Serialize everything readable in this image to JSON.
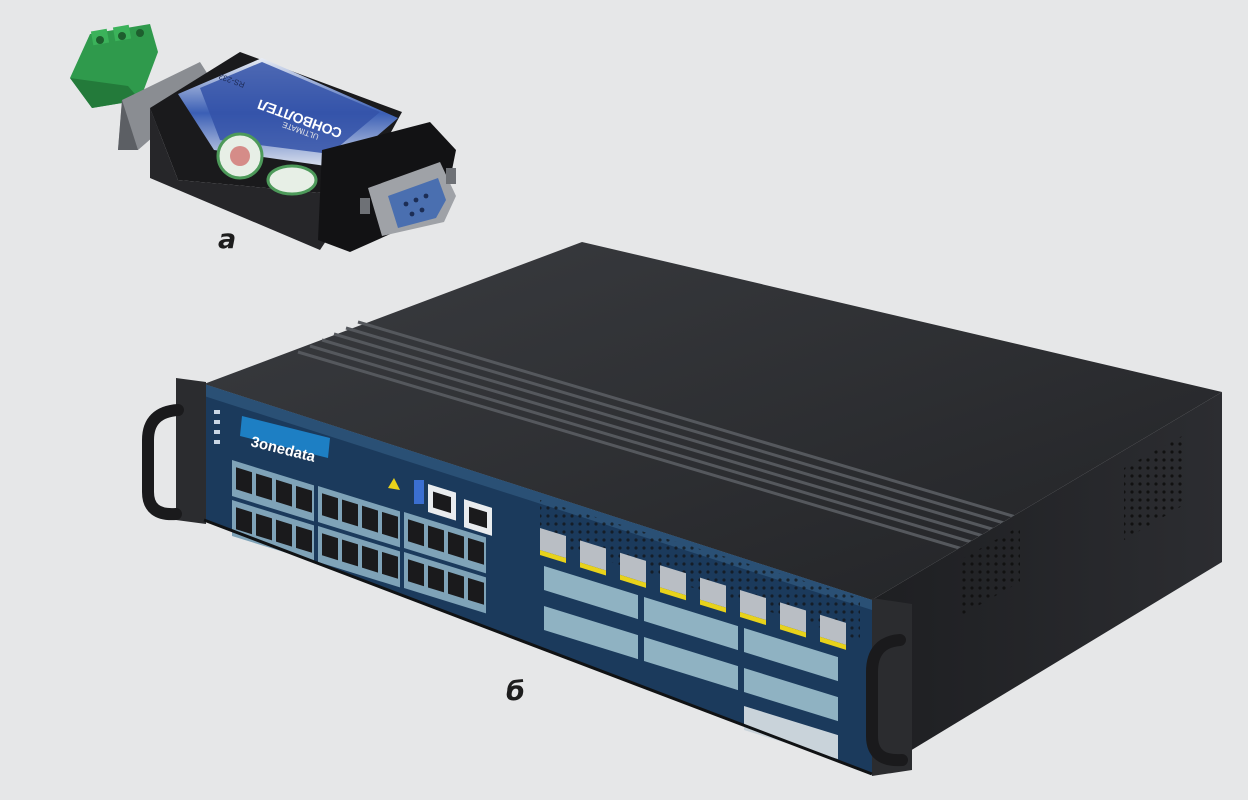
{
  "captions": {
    "a": "а",
    "b": "б"
  },
  "converter": {
    "label_lines": [
      "СОНВОЛТЕЛ",
      "ULTIMATE"
    ],
    "badge_text": "RS-232"
  },
  "switch": {
    "brand_label": "3onedata",
    "brand_color": "#1d7fc4"
  },
  "colors": {
    "background": "#e6e7e8",
    "chassis_dark": "#2a2c30",
    "front_panel": "#1b3a5c",
    "terminal_green": "#2f9a4c",
    "db9_blue": "#4a6fb0",
    "sfp_yellow": "#e8d21b"
  }
}
